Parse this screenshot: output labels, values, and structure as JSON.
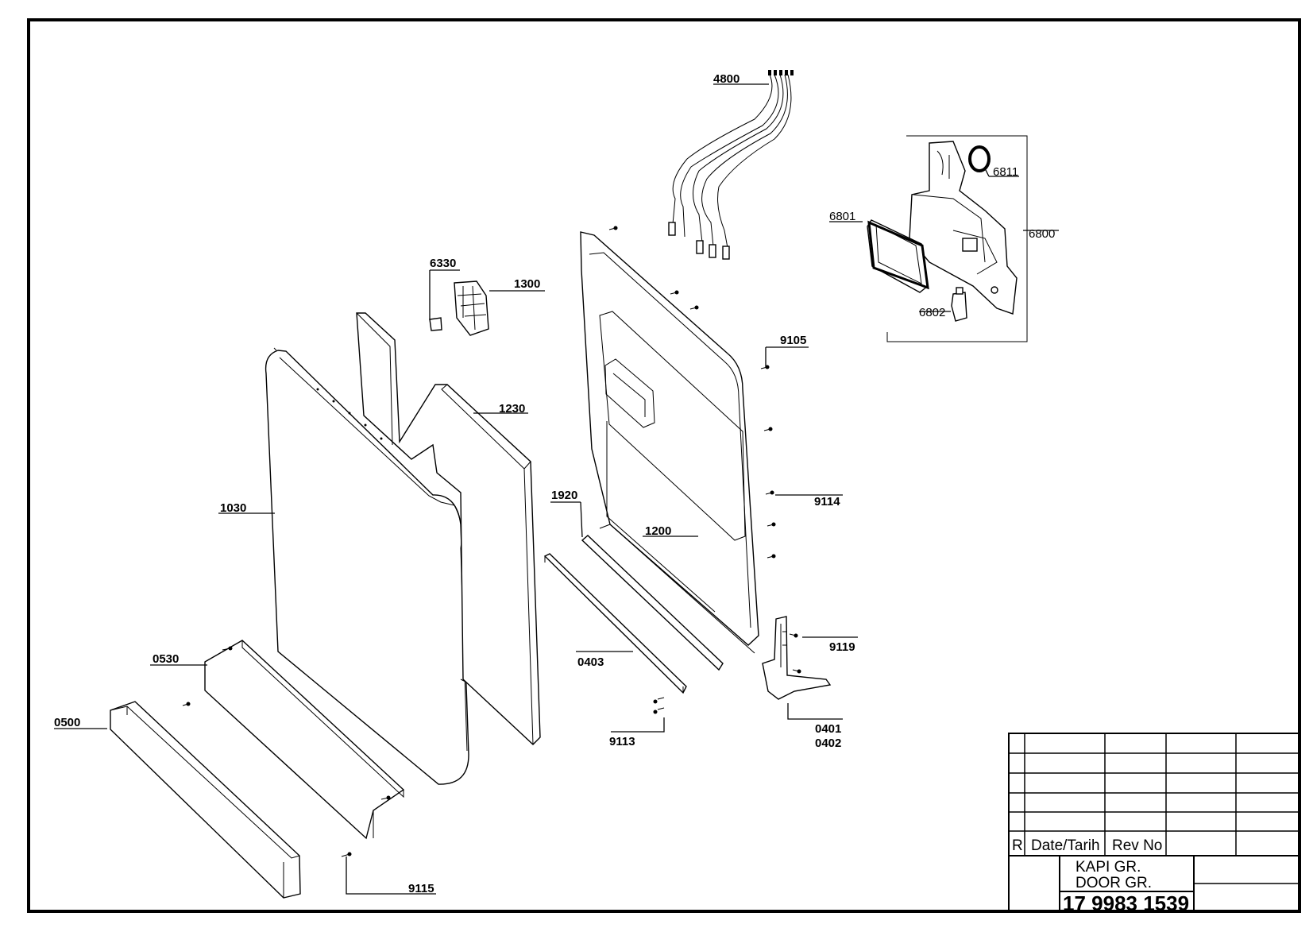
{
  "labels": {
    "p4800": "4800",
    "p6811": "6811",
    "p6801": "6801",
    "p6800": "6800",
    "p6802": "6802",
    "p6330": "6330",
    "p1300": "1300",
    "p9105": "9105",
    "p1230": "1230",
    "p1030": "1030",
    "p1920": "1920",
    "p1200": "1200",
    "p9114": "9114",
    "p0530": "0530",
    "p0403": "0403",
    "p9119": "9119",
    "p0500": "0500",
    "p9113": "9113",
    "p0401": "0401",
    "p0402": "0402",
    "p9115": "9115"
  },
  "title_block": {
    "rev_letter": "R",
    "date_header": "Date/Tarih",
    "rev_header": "Rev No",
    "title_tr": "KAPI GR.",
    "title_en": "DOOR GR.",
    "drawing_number": "17 9983 1539"
  }
}
